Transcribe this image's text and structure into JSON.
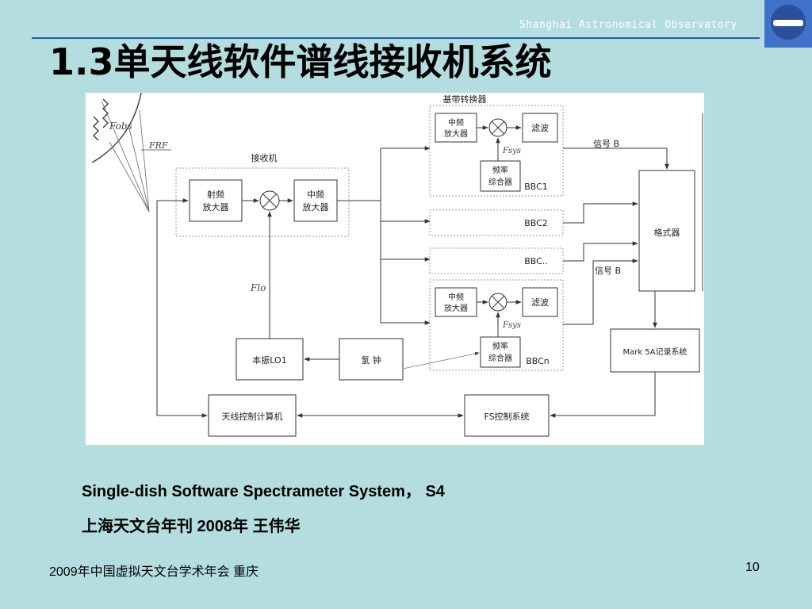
{
  "header": {
    "observatory": "Shanghai Astronomical Observatory",
    "title": "1.3单天线软件谱线接收机系统"
  },
  "diagram": {
    "f_obs": "Fobs",
    "f_rf": "FRF",
    "receiver_label": "接收机",
    "rf_amp": [
      "射频",
      "放大器"
    ],
    "if_amp": [
      "中频",
      "放大器"
    ],
    "f_lo": "Flo",
    "local_osc": "本振LO1",
    "hydrogen_clock": "氢  钟",
    "antenna_computer": "天线控制计算机",
    "fs_control": "FS控制系统",
    "bbc_group_label": "基带转换器",
    "bbc1_if_amp": [
      "中频",
      "放大器"
    ],
    "bbc1_filter": "滤波",
    "bbc1_fsys": "Fsys",
    "bbc1_synth": [
      "频率",
      "综合器"
    ],
    "bbc1_label": "BBC1",
    "bbc2_label": "BBC2",
    "bbc_dots_label": "BBC..",
    "bbcn_if_amp": [
      "中频",
      "放大器"
    ],
    "bbcn_filter": "滤波",
    "bbcn_fsys": "Fsys",
    "bbcn_synth": [
      "频率",
      "综合器"
    ],
    "bbcn_label": "BBCn",
    "signal_b_top": "信号  B",
    "signal_b_mid": "信号  B",
    "formatter": "格式器",
    "mark5a": "Mark 5A记录系统"
  },
  "caption": {
    "line1": "Single-dish Software Spectrameter System，  S4",
    "line2": "上海天文台年刊 2008年 王伟华"
  },
  "footer": {
    "left": "2009年中国虚拟天文台学术年会 重庆",
    "page": "10"
  }
}
